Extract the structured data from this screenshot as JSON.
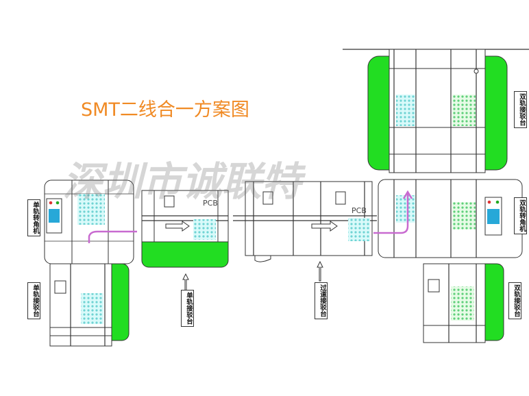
{
  "title": "SMT二线合一方案图",
  "labels": {
    "single_rail_corner_machine": "单轨转角机",
    "single_rail_connector_left": "单轨接驳台",
    "single_rail_connector_mid": "单轨接驳台",
    "pass_through_connector": "过道接驳台",
    "dual_rail_connector_top": "双轨接驳台",
    "dual_rail_corner_machine": "双轨转角机",
    "dual_rail_connector_bottom": "双轨接驳台"
  },
  "pcb_text": "PCB",
  "watermark": "深圳市诚联特",
  "colors": {
    "title": "#f08a24",
    "green": "#22dd22",
    "pcb_fill": "#bff2f2",
    "arrow": "#c86ad0",
    "line": "#333333"
  },
  "icons": [
    "up-arrow-icon",
    "right-arrow-icon",
    "control-panel-icon"
  ]
}
